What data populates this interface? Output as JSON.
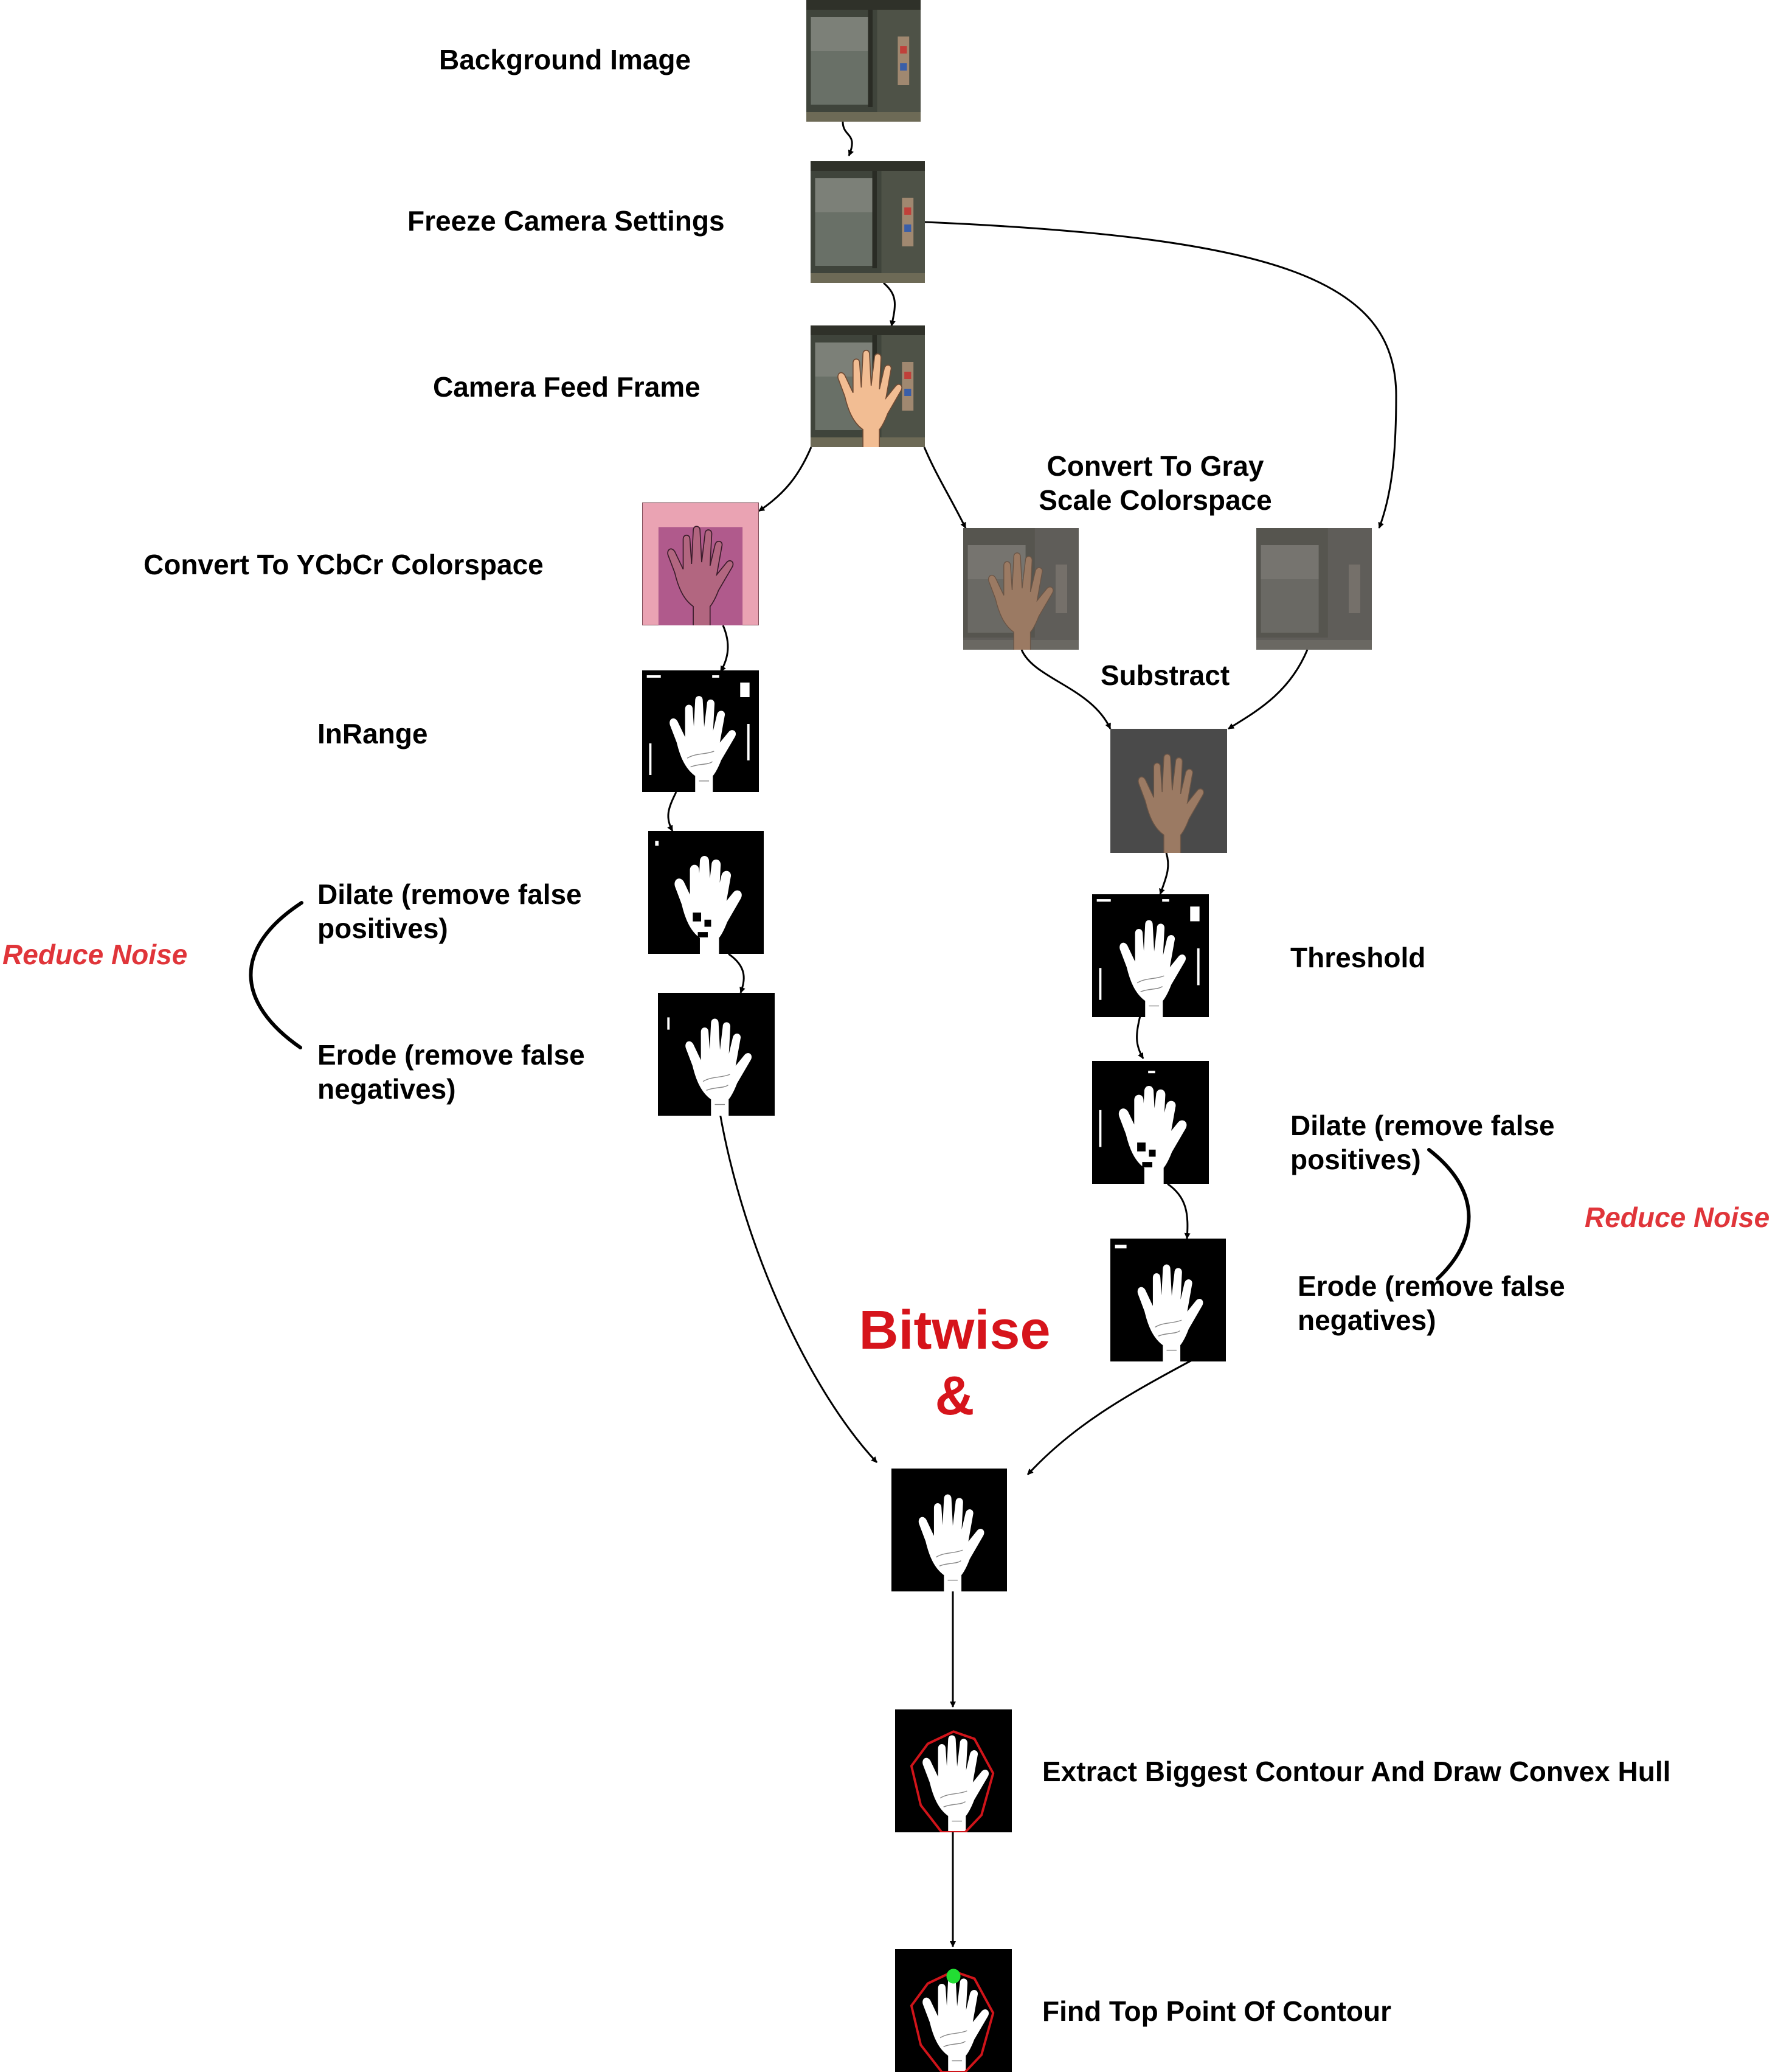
{
  "steps": {
    "background_image": "Background Image",
    "freeze_camera": "Freeze Camera Settings",
    "camera_feed": "Camera Feed Frame",
    "ycbcr": "Convert To YCbCr Colorspace",
    "gray": "Convert To Gray Scale Colorspace",
    "inrange": "InRange",
    "substract": "Substract",
    "dilate_left": "Dilate (remove false positives)",
    "erode_left": "Erode (remove false negatives)",
    "threshold": "Threshold",
    "dilate_right": "Dilate (remove false positives)",
    "erode_right": "Erode (remove false negatives)",
    "contour": "Extract Biggest Contour And Draw Convex Hull",
    "top_point": "Find Top Point Of Contour"
  },
  "annotations": {
    "reduce_noise_left": "Reduce Noise",
    "reduce_noise_right": "Reduce Noise",
    "bitwise": "Bitwise",
    "and_symbol": "&"
  },
  "colors": {
    "accent_red": "#e0353a",
    "bitwise_red": "#d6141b",
    "hull_red": "#d0141a",
    "top_point_green": "#22dd33",
    "ycbcr_pink": "#eaa3b3",
    "skin": "#f2bd93"
  },
  "icons": {
    "thumbnail_subject": "hand-icon"
  }
}
